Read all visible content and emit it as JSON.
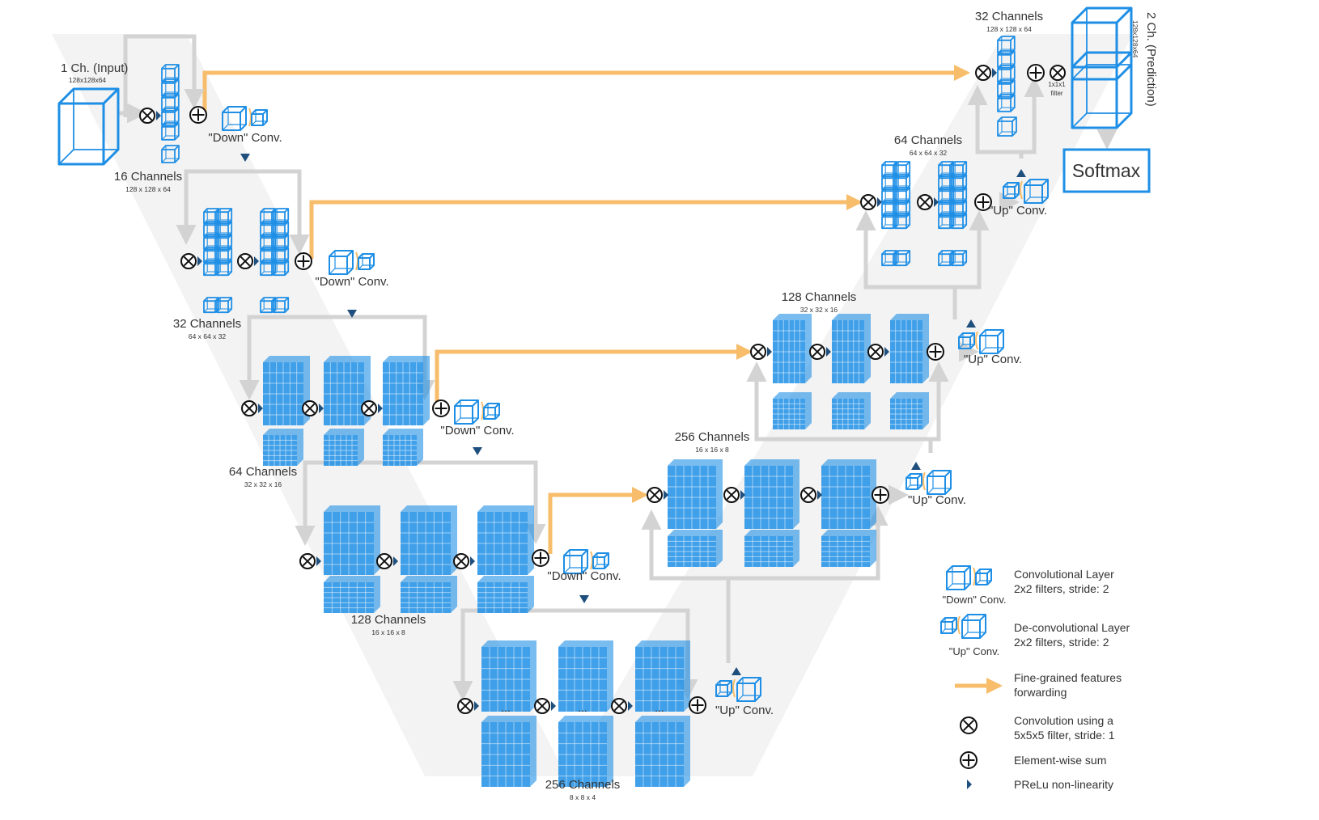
{
  "colors": {
    "blue": "#1f8fe6",
    "arrow_grey": "#d3d3d3",
    "forward_orange": "#f7bd6b",
    "background_band": "#f3f3f3",
    "dark_marker": "#1e4f7d"
  },
  "input": {
    "title": "1 Ch. (Input)",
    "dims": "128x128x64"
  },
  "output": {
    "title": "2 Ch. (Prediction)",
    "dims": "128x128x64",
    "filter_label": "1x1x1",
    "filter_label2": "filter"
  },
  "softmax": "Softmax",
  "encoder": [
    {
      "channels": "16 Channels",
      "dims": "128 x 128 x 64",
      "conv_label": "\"Down\" Conv."
    },
    {
      "channels": "32 Channels",
      "dims": "64 x 64 x 32",
      "conv_label": "\"Down\" Conv."
    },
    {
      "channels": "64 Channels",
      "dims": "32 x 32 x 16",
      "conv_label": "\"Down\" Conv."
    },
    {
      "channels": "128 Channels",
      "dims": "16 x 16 x 8",
      "conv_label": "\"Down\" Conv."
    },
    {
      "channels": "256 Channels",
      "dims": "8 x 8 x 4",
      "conv_label": "\"Up\" Conv."
    }
  ],
  "decoder": [
    {
      "channels": "256 Channels",
      "dims": "16 x 16 x 8",
      "conv_label": "\"Up\" Conv."
    },
    {
      "channels": "128 Channels",
      "dims": "32 x 32 x 16",
      "conv_label": "\"Up\" Conv."
    },
    {
      "channels": "64 Channels",
      "dims": "64 x 64 x 32",
      "conv_label": "\"Up\" Conv."
    },
    {
      "channels": "32 Channels",
      "dims": "128 x 128 x 64"
    }
  ],
  "legend": {
    "down_conv_caption": "\"Down\" Conv.",
    "down_conv_line1": "Convolutional Layer",
    "down_conv_line2": "2x2 filters, stride: 2",
    "up_conv_caption": "\"Up\" Conv.",
    "up_conv_line1": "De-convolutional Layer",
    "up_conv_line2": "2x2 filters, stride: 2",
    "forward_line1": "Fine-grained features",
    "forward_line2": "forwarding",
    "conv_line1": "Convolution using a",
    "conv_line2": "5x5x5 filter, stride: 1",
    "sum": "Element-wise sum",
    "prelu": "PReLu non-linearity"
  }
}
